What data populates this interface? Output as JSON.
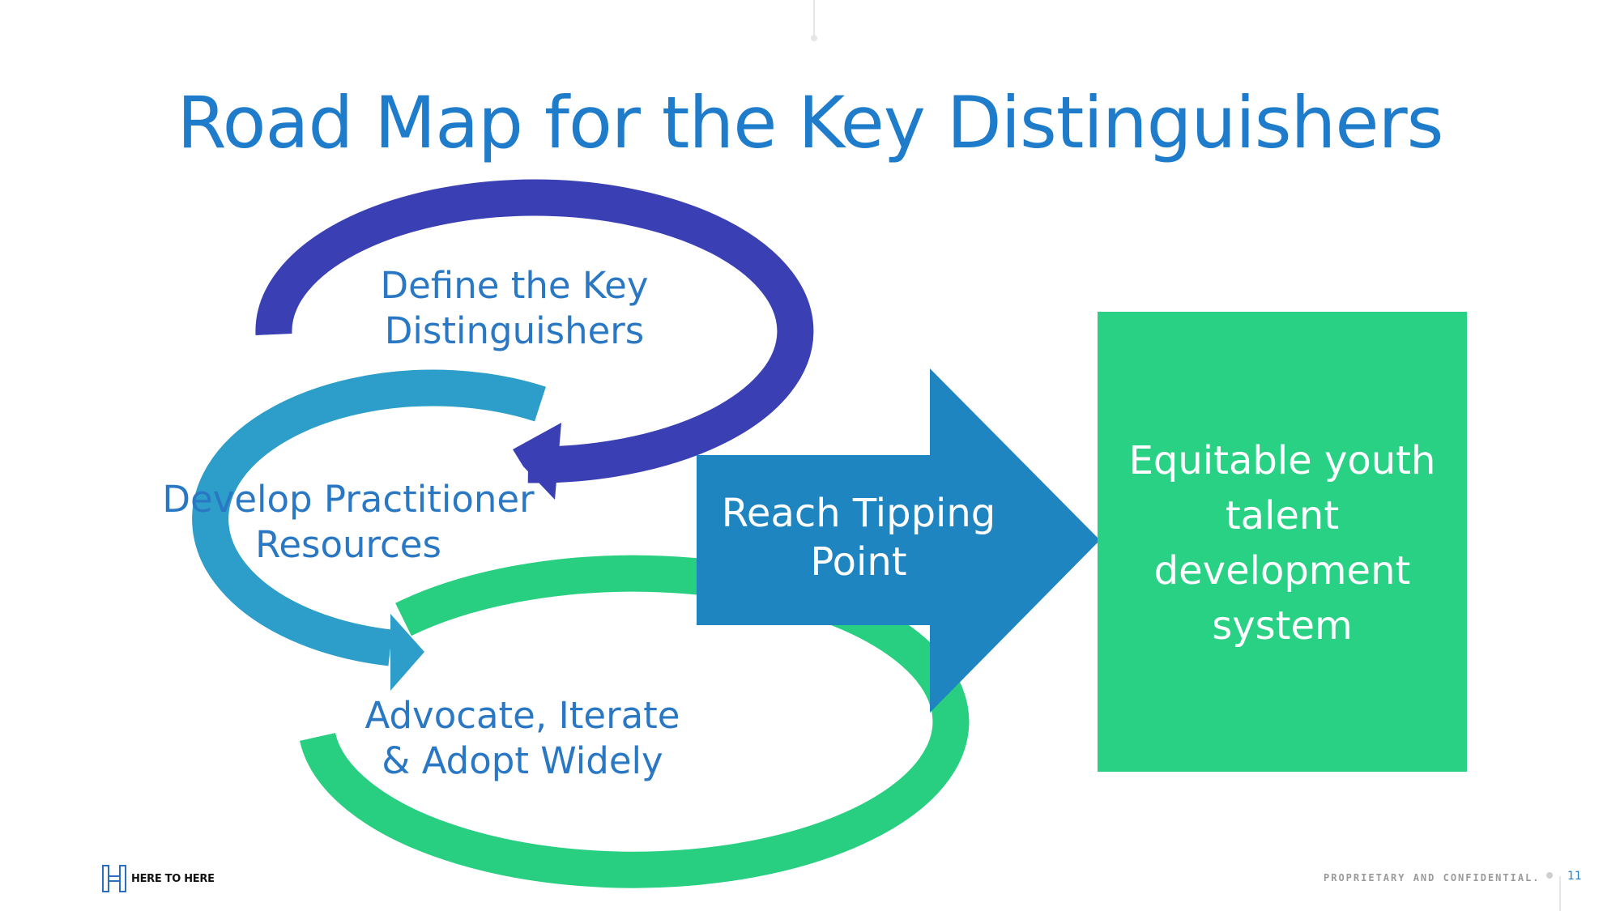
{
  "title": "Road Map for the Key Distinguishers",
  "loops": [
    {
      "label_line1": "Define the Key",
      "label_line2": "Distinguishers"
    },
    {
      "label_line1": "Develop Practitioner",
      "label_line2": "Resources"
    },
    {
      "label_line1": "Advocate, Iterate",
      "label_line2": "& Adopt Widely"
    }
  ],
  "arrow": {
    "label_line1": "Reach Tipping",
    "label_line2": "Point"
  },
  "outcome": {
    "line1": "Equitable youth",
    "line2": "talent",
    "line3": "development",
    "line4": "system"
  },
  "footer": {
    "brand": "HERE TO HERE",
    "confidential": "PROPRIETARY AND CONFIDENTIAL.",
    "page_number": "11"
  },
  "colors": {
    "title": "#1e7ccb",
    "loop1": "#3a3fb3",
    "loop2": "#2d9ec9",
    "loop3": "#28cf80",
    "arrow": "#1f85c1",
    "outcome": "#28d184",
    "loop_text": "#2a78c4"
  }
}
